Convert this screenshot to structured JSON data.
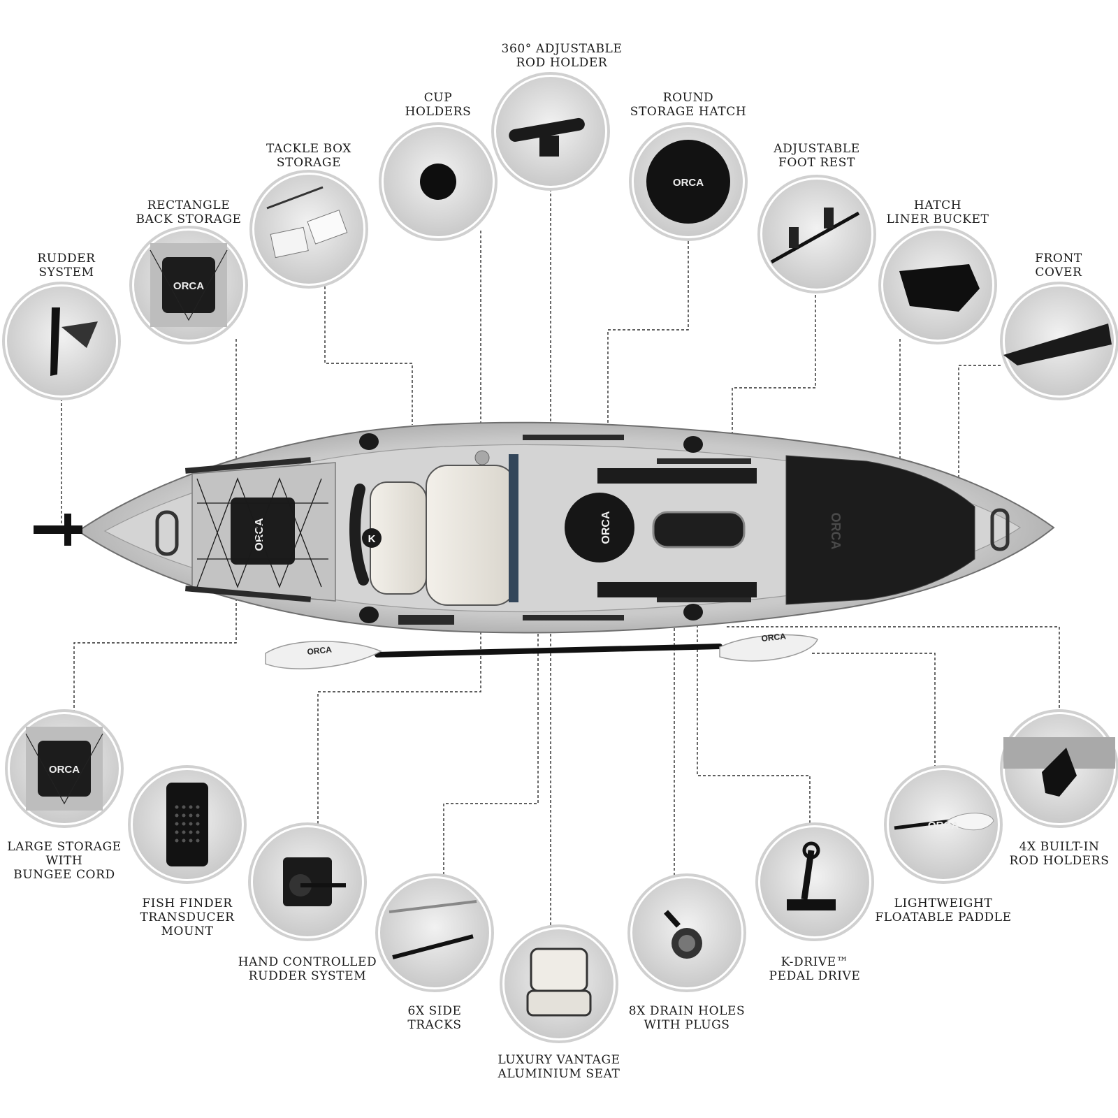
{
  "features": [
    {
      "id": "rudder-system",
      "lines": [
        "RUDDER",
        "SYSTEM"
      ],
      "icon": "rudder-icon"
    },
    {
      "id": "rectangle-back-storage",
      "lines": [
        "RECTANGLE",
        "BACK STORAGE"
      ],
      "icon": "rect-hatch-icon",
      "logo": "ORCA"
    },
    {
      "id": "tackle-box-storage",
      "lines": [
        "TACKLE BOX",
        "STORAGE"
      ],
      "icon": "tackle-box-icon"
    },
    {
      "id": "cup-holders",
      "lines": [
        "CUP",
        "HOLDERS"
      ],
      "icon": "cup-holder-icon"
    },
    {
      "id": "rod-holder-360",
      "lines": [
        "360° ADJUSTABLE",
        "ROD HOLDER"
      ],
      "icon": "rod-holder-icon"
    },
    {
      "id": "round-storage-hatch",
      "lines": [
        "ROUND",
        "STORAGE HATCH"
      ],
      "icon": "round-hatch-icon",
      "logo": "ORCA"
    },
    {
      "id": "adjustable-foot-rest",
      "lines": [
        "ADJUSTABLE",
        "FOOT REST"
      ],
      "icon": "foot-rest-icon"
    },
    {
      "id": "hatch-liner-bucket",
      "lines": [
        "HATCH",
        "LINER BUCKET"
      ],
      "icon": "bucket-icon"
    },
    {
      "id": "front-cover",
      "lines": [
        "FRONT",
        "COVER"
      ],
      "icon": "front-cover-icon"
    },
    {
      "id": "large-storage-bungee",
      "lines": [
        "LARGE STORAGE",
        "WITH",
        "BUNGEE CORD"
      ],
      "icon": "bungee-storage-icon",
      "logo": "ORCA"
    },
    {
      "id": "fish-finder-mount",
      "lines": [
        "FISH FINDER",
        "TRANSDUCER",
        "MOUNT"
      ],
      "icon": "transducer-mount-icon"
    },
    {
      "id": "hand-controlled-rudder",
      "lines": [
        "HAND CONTROLLED",
        "RUDDER SYSTEM"
      ],
      "icon": "rudder-control-icon"
    },
    {
      "id": "side-tracks",
      "lines": [
        "6X SIDE",
        "TRACKS"
      ],
      "icon": "track-icon"
    },
    {
      "id": "aluminium-seat",
      "lines": [
        "LUXURY VANTAGE",
        "ALUMINIUM SEAT"
      ],
      "icon": "seat-icon"
    },
    {
      "id": "drain-holes",
      "lines": [
        "8X DRAIN HOLES",
        "WITH PLUGS"
      ],
      "icon": "drain-plug-icon"
    },
    {
      "id": "pedal-drive",
      "lines": [
        "K-DRIVE™",
        "PEDAL DRIVE"
      ],
      "icon": "pedal-drive-icon"
    },
    {
      "id": "floatable-paddle",
      "lines": [
        "LIGHTWEIGHT",
        "FLOATABLE PADDLE"
      ],
      "icon": "paddle-icon",
      "logo": "ORCA"
    },
    {
      "id": "built-in-rod-holders",
      "lines": [
        "4X BUILT-IN",
        "ROD HOLDERS"
      ],
      "icon": "flush-rod-holder-icon"
    }
  ],
  "kayak": {
    "logos": [
      "ORCA",
      "ORCA",
      "ORCA",
      "ORCA",
      "ORCA"
    ],
    "seat_badge": "K",
    "colors": {
      "hull": "#dcdcdc",
      "hull_dark": "#8e8e8e",
      "deck_black": "#1c1c1c",
      "seat": "#ece9e2",
      "frame": "#33465a"
    }
  },
  "paddle": {
    "logo_left": "ORCA",
    "logo_right": "ORCA"
  }
}
